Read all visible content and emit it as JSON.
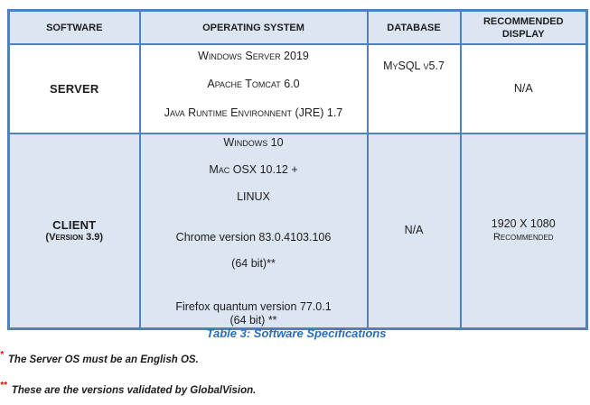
{
  "colors": {
    "table_border": "#4f81bd",
    "shaded_cell_bg": "#dce6f2",
    "caption_blue": "#2a6db8",
    "footnote_marker_red": "#ff0000",
    "body_text": "#1c1c1c"
  },
  "table": {
    "headers": [
      "SOFTWARE",
      "OPERATING SYSTEM",
      "DATABASE",
      "RECOMMENDED DISPLAY"
    ],
    "rows": [
      {
        "software": "SERVER",
        "os": [
          "Windows Server 2019",
          "Apache Tomcat 6.0",
          "Java Runtime Environnent (JRE) 1.7"
        ],
        "database": "MySQL v5.7",
        "display": [
          "N/A"
        ]
      },
      {
        "software": "CLIENT",
        "version": "(Version 3.9)",
        "os": [
          "Windows 10",
          "Mac OSX 10.12 +",
          "LINUX",
          "Chrome version 83.0.4103.106",
          "(64 bit)**",
          "Firefox quantum version 77.0.1",
          "(64 bit) **"
        ],
        "database": "N/A",
        "display": [
          "1920 X 1080",
          "Recommended"
        ]
      }
    ]
  },
  "caption": "Table 3: Software Specifications",
  "footnotes": [
    {
      "marker": "*",
      "text": "The Server OS must be an English OS."
    },
    {
      "marker": "**",
      "text": "These are the versions validated by GlobalVision."
    }
  ]
}
